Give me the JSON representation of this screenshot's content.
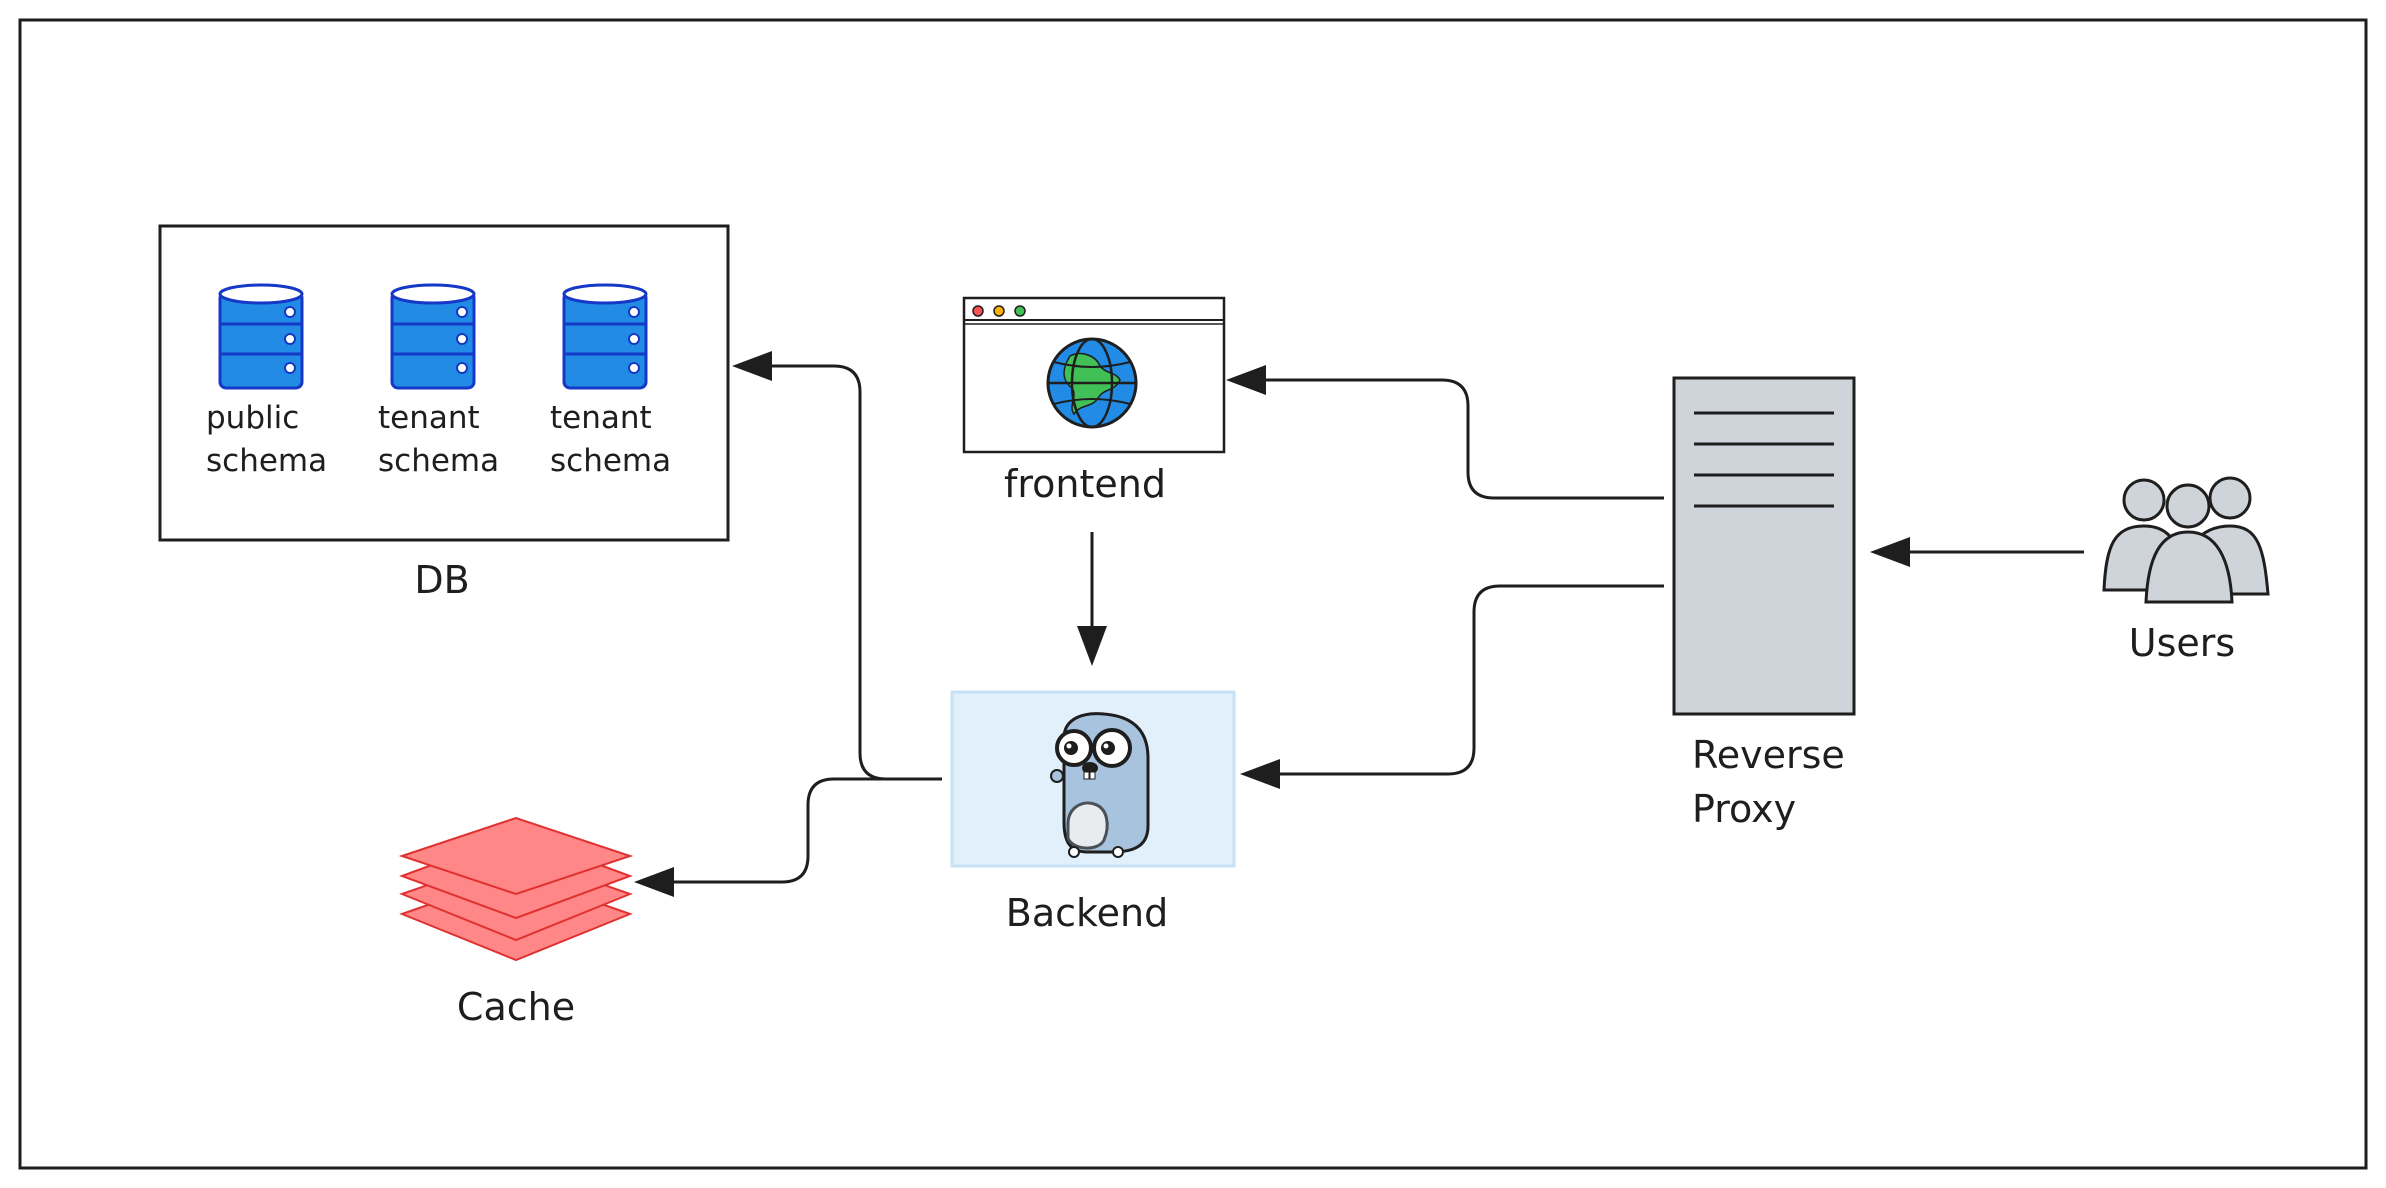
{
  "diagram": {
    "db": {
      "label": "DB",
      "schemas": [
        {
          "line1": "public",
          "line2": "schema"
        },
        {
          "line1": "tenant",
          "line2": "schema"
        },
        {
          "line1": "tenant",
          "line2": "schema"
        }
      ]
    },
    "frontend": {
      "label": "frontend"
    },
    "backend": {
      "label": "Backend"
    },
    "reverse_proxy": {
      "line1": "Reverse",
      "line2": "Proxy"
    },
    "users": {
      "label": "Users"
    },
    "cache": {
      "label": "Cache"
    }
  },
  "colors": {
    "database_blue": "#228be6",
    "backend_bg": "#e1f0fa",
    "server_gray": "#ced4da",
    "cache_red": "#ff8787",
    "stroke": "#1e1e1e"
  }
}
